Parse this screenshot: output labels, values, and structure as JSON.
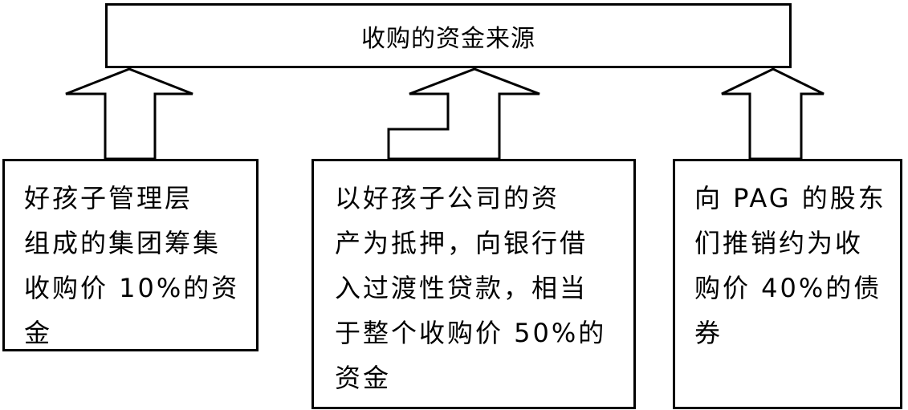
{
  "title": "收购的资金来源",
  "sources": [
    {
      "id": "left",
      "lines": [
        "好孩子管理层",
        "组成的集团筹集",
        "收购价 10%的资",
        "金"
      ]
    },
    {
      "id": "middle",
      "lines": [
        "以好孩子公司的资",
        "产为抵押，向银行借",
        "入过渡性贷款，相当",
        "于整个收购价 50%的",
        "资金"
      ]
    },
    {
      "id": "right",
      "lines": [
        "向 PAG 的股东",
        "们推销约为收",
        "购价 40%的债",
        "券"
      ]
    }
  ]
}
